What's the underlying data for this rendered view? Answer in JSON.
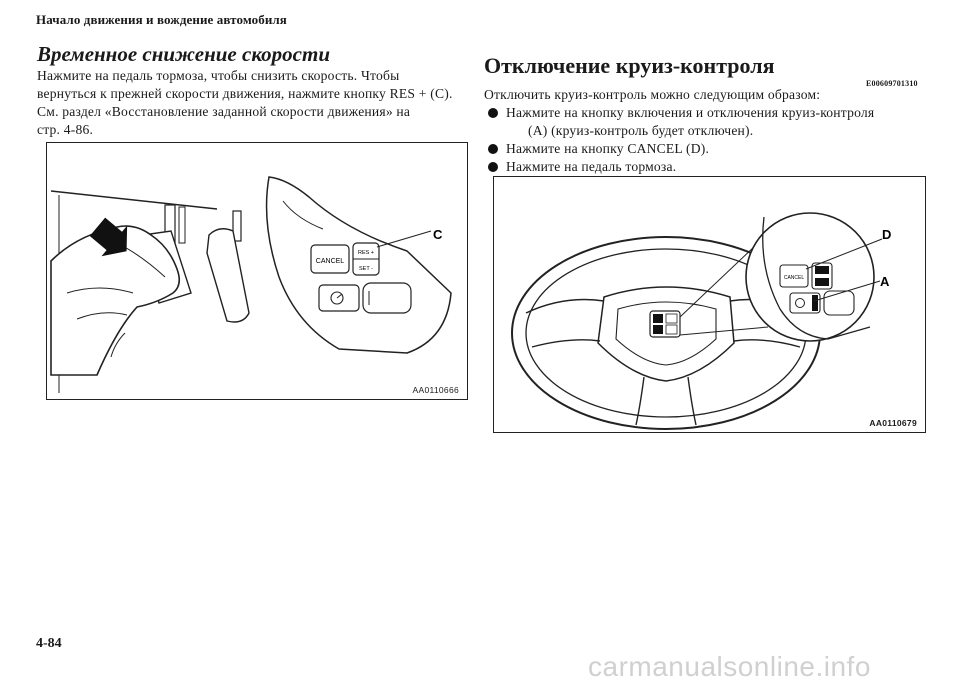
{
  "running_head": "Начало движения и вождение автомобиля",
  "left": {
    "heading": "Временное снижение скорости",
    "paragraph_lines": [
      "Нажмите на педаль тормоза, чтобы снизить скорость. Чтобы",
      "вернуться к прежней скорости движения, нажмите кнопку RES + (C).",
      "См. раздел «Восстановление заданной скорости движения» на",
      "стр. 4-86."
    ],
    "figure": {
      "callout": "C",
      "button_cancel": "CANCEL",
      "button_res": "RES +",
      "button_set": "SET -",
      "figure_id": "AA0110666"
    }
  },
  "right": {
    "heading": "Отключение круиз-контроля",
    "doc_code": "E00609701310",
    "intro": "Отключить круиз-контроль можно следующим образом:",
    "bullets": [
      [
        "Нажмите на кнопку включения и отключения круиз-контроля",
        "(A) (круиз-контроль будет отключен)."
      ],
      [
        "Нажмите на кнопку CANCEL (D)."
      ],
      [
        "Нажмите на педаль тормоза."
      ]
    ],
    "figure": {
      "callout_d": "D",
      "callout_a": "A",
      "button_cancel": "CANCEL",
      "figure_id": "AA0110679"
    }
  },
  "page_number": "4-84",
  "watermark": "carmanualsonline.info"
}
